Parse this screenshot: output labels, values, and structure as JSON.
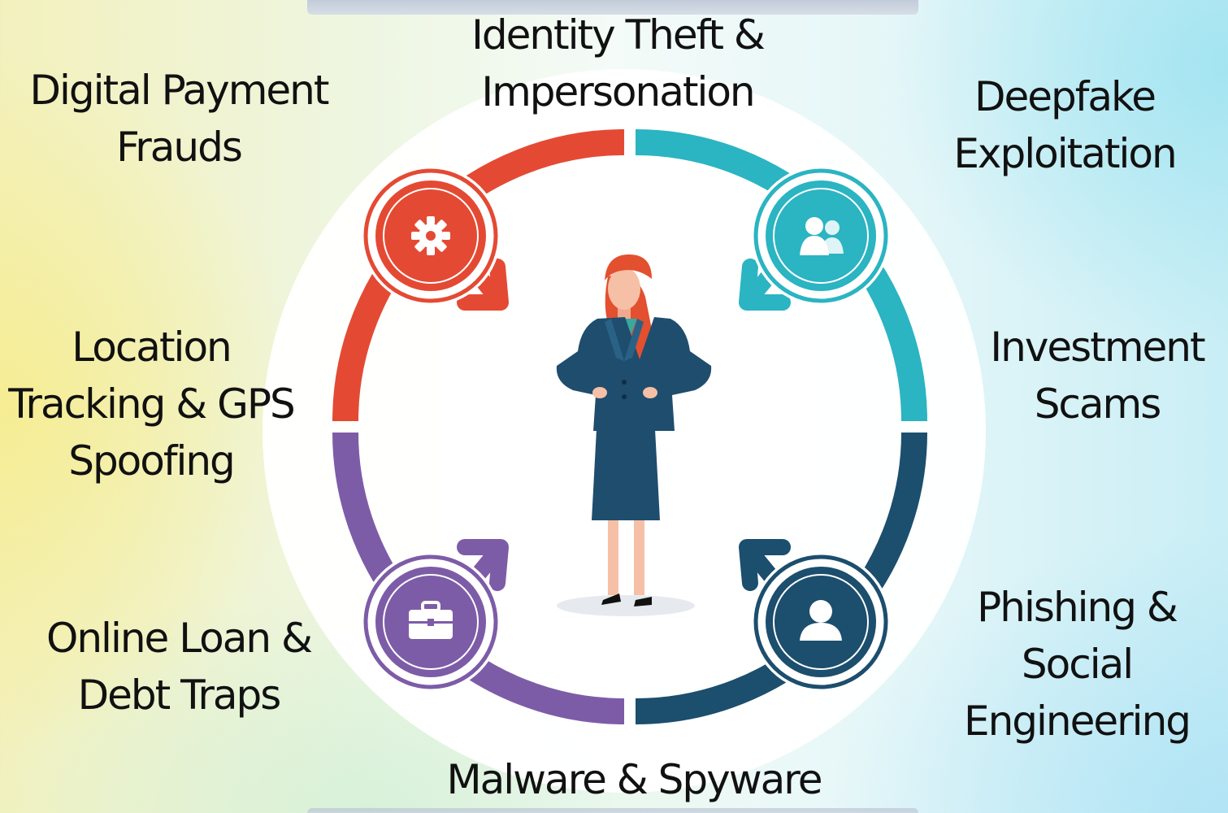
{
  "labels": {
    "identity_theft": [
      "Identity Theft &",
      "Impersonation"
    ],
    "digital_payment": [
      "Digital Payment",
      "Frauds"
    ],
    "deepfake": [
      "Deepfake",
      "Exploitation"
    ],
    "location_tracking": [
      "Location",
      "Tracking & GPS",
      "Spoofing"
    ],
    "investment_scams": [
      "Investment",
      "Scams"
    ],
    "online_loan": [
      "Online Loan &",
      "Debt Traps"
    ],
    "phishing": [
      "Phishing &",
      "Social",
      "Engineering"
    ],
    "malware": [
      "Malware & Spyware"
    ]
  },
  "icons": {
    "top_left": "gear-icon",
    "top_right": "users-icon",
    "bottom_left": "briefcase-icon",
    "bottom_right": "user-icon",
    "center": "businesswoman-illustration"
  },
  "colors": {
    "red": "#e44a33",
    "teal": "#2bb4c2",
    "purple": "#7d5ca7",
    "navy": "#1c4e6d",
    "woman_suit": "#1f4d6d",
    "woman_hair": "#e2502f"
  }
}
